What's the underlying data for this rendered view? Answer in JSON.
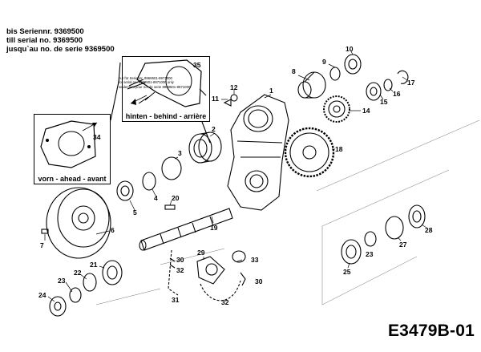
{
  "header": {
    "line1": "bis Seriennr. 9369500",
    "line2": "till serial no. 9369500",
    "line3": "jusqu`au no. de serie 9369500"
  },
  "box_behind": {
    "caption": "hinten - behind - arrière"
  },
  "box_ahead": {
    "caption": "vorn - ahead - avant"
  },
  "serial_note": {
    "line1": "nur für Seriennr. 8969501-8971000",
    "line2": "for serial no. 8969501-8971000 only",
    "line3": "seulement pour no. de serie 8969501-8971000"
  },
  "diagram_code": "E3479B-01",
  "callouts": {
    "n1": "1",
    "n2": "2",
    "n3": "3",
    "n4": "4",
    "n5": "5",
    "n6": "6",
    "n7": "7",
    "n8": "8",
    "n9": "9",
    "n10": "10",
    "n11": "11",
    "n12": "12",
    "n14": "14",
    "n15": "15",
    "n16": "16",
    "n17": "17",
    "n18": "18",
    "n19": "19",
    "n20": "20",
    "n21": "21",
    "n22": "22",
    "n23": "23",
    "n24": "24",
    "n25": "25",
    "n27": "27",
    "n28": "28",
    "n29": "29",
    "n30a": "30",
    "n30b": "30",
    "n31": "31",
    "n32a": "32",
    "n32b": "32",
    "n33": "33",
    "n34": "34",
    "n35": "35"
  }
}
